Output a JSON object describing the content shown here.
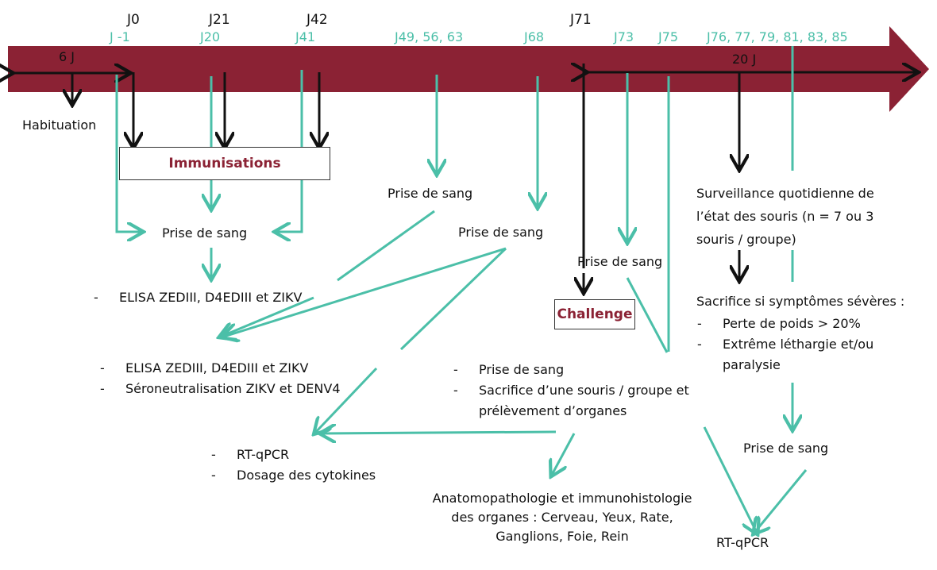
{
  "timeline": {
    "days_black": [
      "J0",
      "J21",
      "J42",
      "J71"
    ],
    "days_teal": [
      "J -1",
      "J20",
      "J41",
      "J49, 56, 63",
      "J68",
      "J73",
      "J75",
      "J76, 77, 79, 81, 83, 85"
    ],
    "span_start": "6 J",
    "span_end": "20 J"
  },
  "colors": {
    "arrow_band": "#8b2234",
    "teal": "#4bbfa8",
    "black": "#111111",
    "box_text": "#8b2234"
  },
  "labels": {
    "habituation": "Habituation",
    "immunisations": "Immunisations",
    "challenge": "Challenge",
    "prise_de_sang": "Prise de sang",
    "surveillance": "Surveillance quotidienne de l’état des souris (n = 7 ou 3 souris / groupe)",
    "sacrifice_title": "Sacrifice si symptômes sévères :",
    "rt_qpcr": "RT-qPCR",
    "anatomo": "Anatomopathologie et immunohistologie des organes : Cerveau, Yeux, Rate, Ganglions, Foie, Rein"
  },
  "lists": {
    "elisa_1": [
      "ELISA ZEDIII, D4EDIII et ZIKV"
    ],
    "elisa_2": [
      "ELISA ZEDIII, D4EDIII et ZIKV",
      "Séroneutralisation ZIKV et DENV4"
    ],
    "prise_sacrifice": [
      "Prise de sang",
      "Sacrifice d’une souris / groupe et prélèvement d’organes"
    ],
    "symptoms": [
      "Perte de poids > 20%",
      "Extrême léthargie et/ou paralysie"
    ],
    "rt_cytokines": [
      "RT-qPCR",
      "Dosage des cytokines"
    ]
  }
}
